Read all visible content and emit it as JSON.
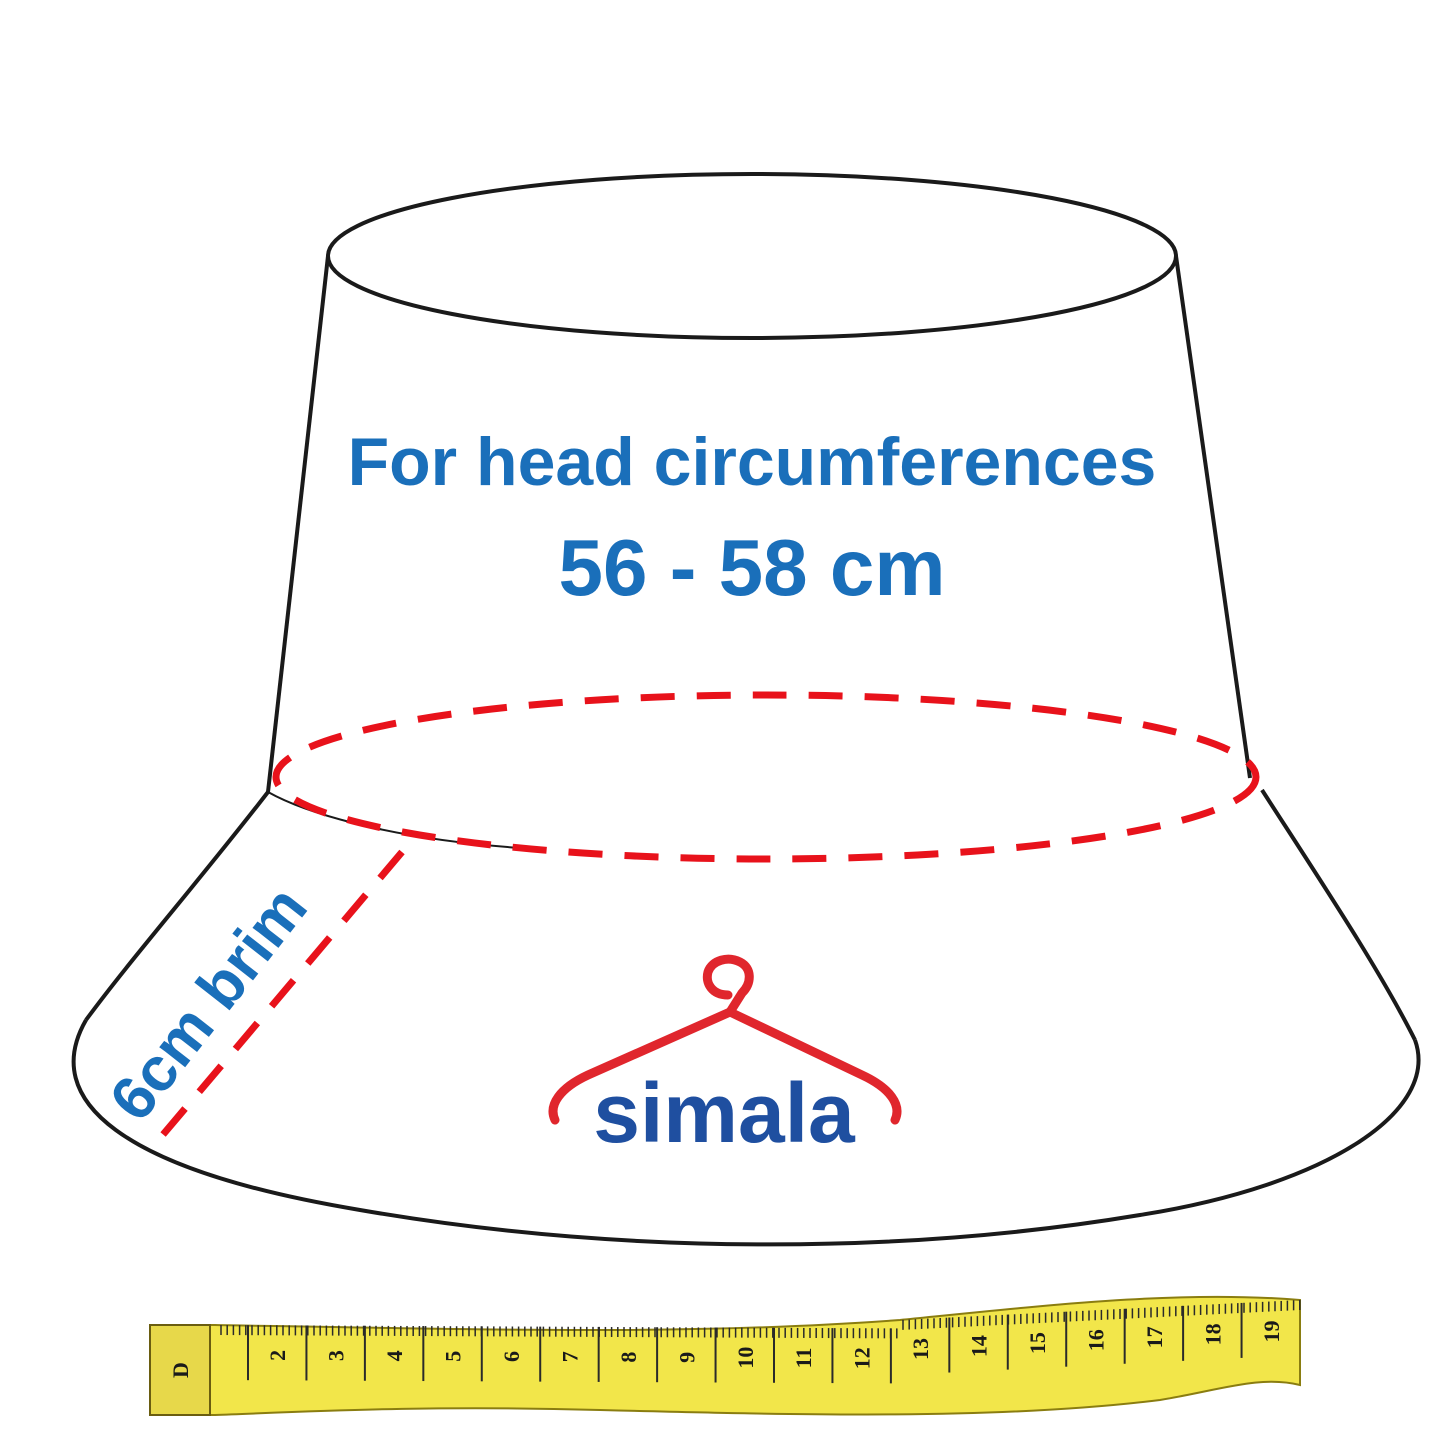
{
  "headline": {
    "line1": "For head circumferences",
    "line2": "56 - 58 cm"
  },
  "brim_label": "6cm brim",
  "brand": {
    "name": "simala",
    "hanger_icon": "coat-hanger-icon"
  },
  "tape_measure": {
    "end_letter": "D",
    "numbers": [
      "2",
      "3",
      "4",
      "5",
      "6",
      "7",
      "8",
      "9",
      "10",
      "11",
      "12",
      "13",
      "14",
      "15",
      "16",
      "17",
      "18",
      "19"
    ]
  },
  "colors": {
    "text_blue": "#1a6fba",
    "brand_blue": "#1f4fa0",
    "dash_red": "#e8121b",
    "brand_red": "#e0262d",
    "outline": "#1a1a1a",
    "tape_yellow": "#f2e64a"
  }
}
